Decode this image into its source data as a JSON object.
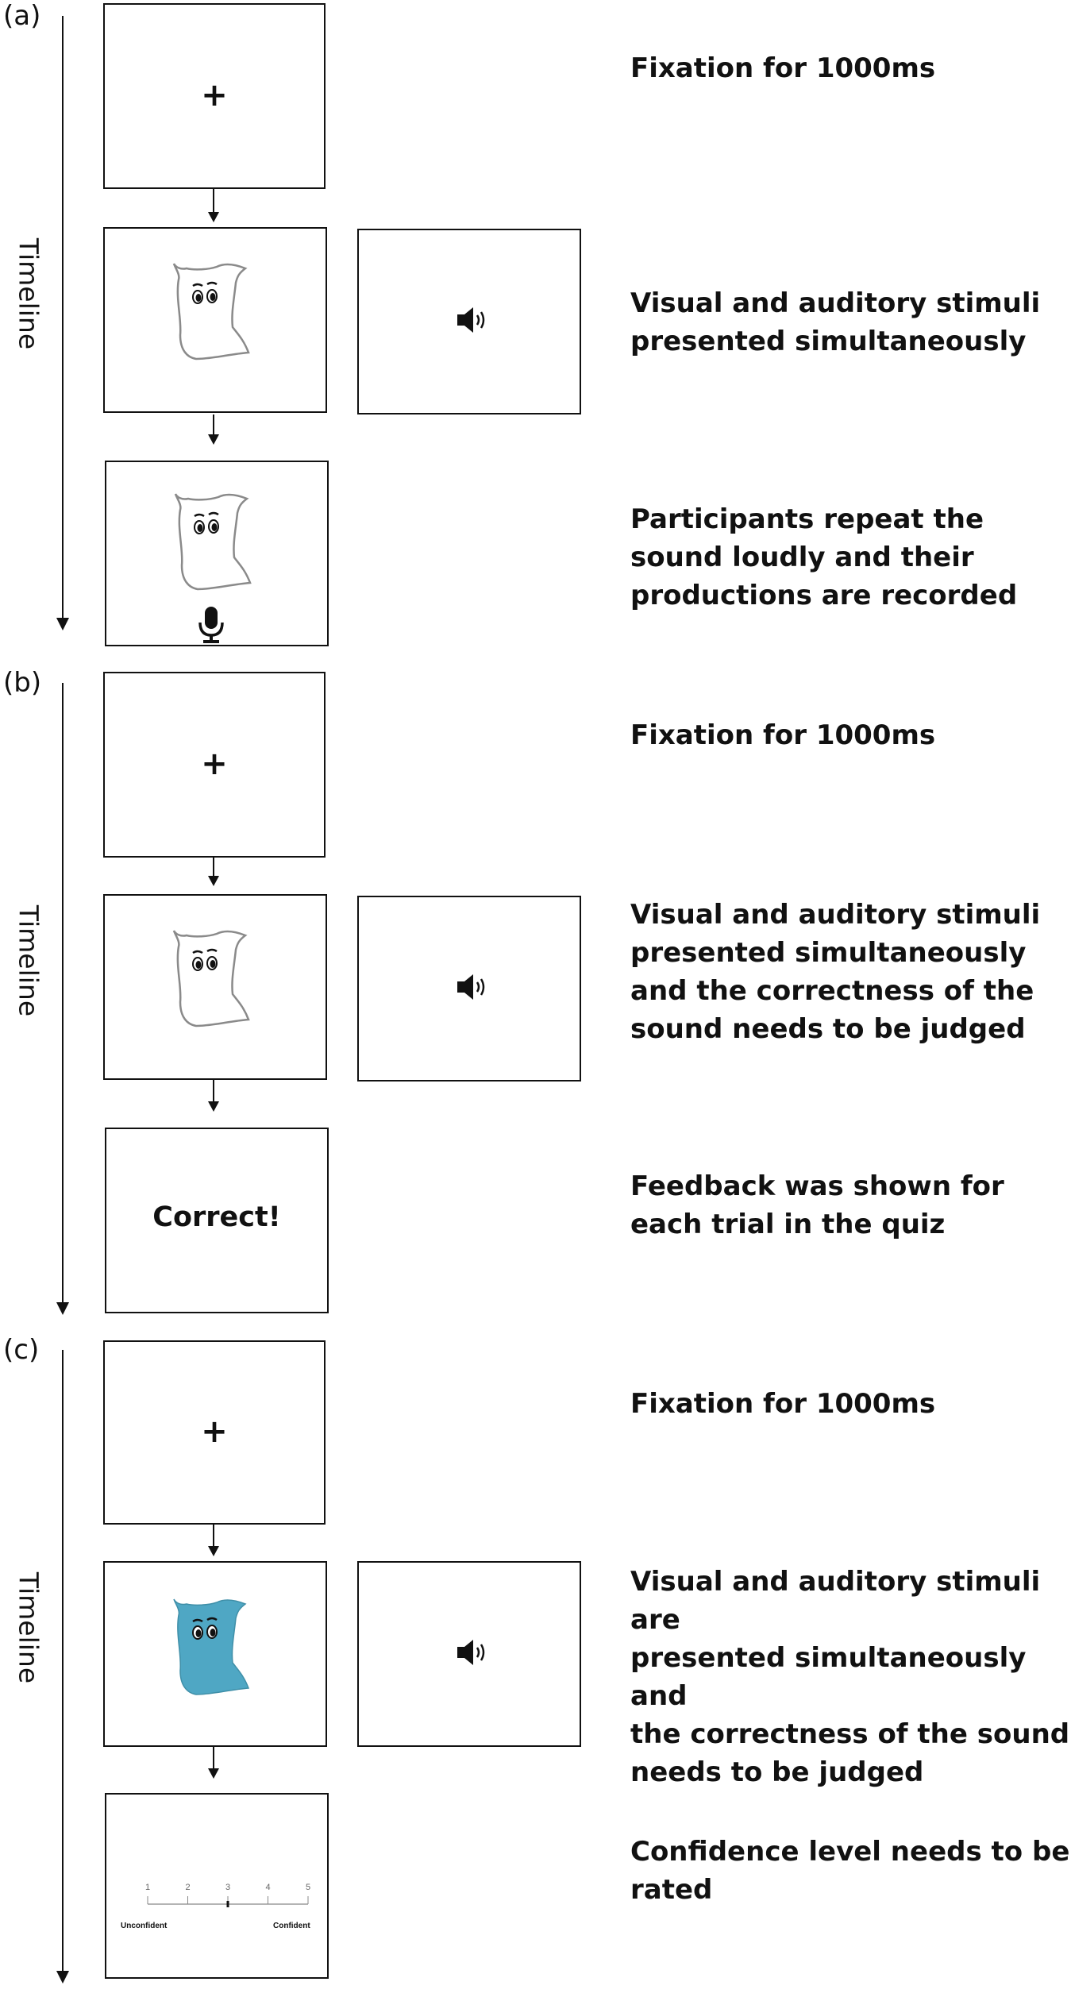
{
  "panels": [
    {
      "label": "(a)",
      "timeline_label": "Timeline",
      "steps": [
        {
          "screen_text": "+",
          "description": "Fixation for 1000ms"
        },
        {
          "description": "Visual and auditory stimuli\npresented simultaneously",
          "icons": [
            "ghost-creature-icon",
            "speaker-icon"
          ]
        },
        {
          "description": "Participants repeat the\nsound loudly and their\nproductions are recorded",
          "icons": [
            "ghost-creature-icon",
            "microphone-icon"
          ]
        }
      ]
    },
    {
      "label": "(b)",
      "timeline_label": "Timeline",
      "steps": [
        {
          "screen_text": "+",
          "description": "Fixation for 1000ms"
        },
        {
          "description": "Visual and auditory stimuli\npresented simultaneously\nand the correctness of the\nsound needs to be judged",
          "icons": [
            "ghost-creature-icon",
            "speaker-icon"
          ]
        },
        {
          "screen_text": "Correct!",
          "description": "Feedback was shown for\neach trial in the quiz"
        }
      ]
    },
    {
      "label": "(c)",
      "timeline_label": "Timeline",
      "steps": [
        {
          "screen_text": "+",
          "description": "Fixation for 1000ms"
        },
        {
          "description": "Visual and auditory stimuli are\npresented simultaneously and\nthe correctness of the sound\nneeds to be judged",
          "icons": [
            "blue-ghost-creature-icon",
            "speaker-icon"
          ]
        },
        {
          "description": "Confidence level needs to be\nrated",
          "rating_scale": {
            "ticks": [
              "1",
              "2",
              "3",
              "4",
              "5"
            ],
            "low_label": "Unconfident",
            "high_label": "Confident",
            "selected": 3
          }
        }
      ]
    }
  ],
  "colors": {
    "line": "#111111",
    "creature_fill_color": "#4fa7c4",
    "creature_outline": "#8a8a8a"
  }
}
